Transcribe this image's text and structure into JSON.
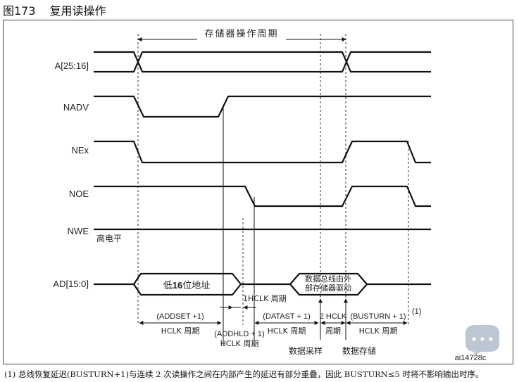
{
  "figure": {
    "number": "图173",
    "title": "复用读操作"
  },
  "diagram": {
    "cycle_label": "存储器操作周期",
    "signals": [
      "A[25:16]",
      "NADV",
      "NEx",
      "NOE",
      "NWE",
      "AD[15:0]"
    ],
    "nwe_state": "高电平",
    "addr_bus_label_a": "低",
    "addr_bus_label_b": "16",
    "addr_bus_label_c": "位地址",
    "data_bus_line1": "数据总线由外",
    "data_bus_line2": "部存储器驱动",
    "hclk_one": "1HCLK 周期",
    "addset": "(ADDSET +1)",
    "addset_unit": "HCLK 周期",
    "addhld": "(ADDHLD + 1)",
    "addhld_unit": "HCLK 周期",
    "datast": "(DATAST + 1)",
    "datast_unit": "HCLK 周期",
    "two_hclk": "2 HCLK",
    "two_hclk_unit": "周期",
    "busturn": "(BUSTURN + 1)",
    "busturn_sup": "(1)",
    "busturn_unit": "HCLK 周期",
    "sample_label": "数据采样",
    "store_label": "数据存储",
    "ref": "ai14728c"
  },
  "footnote": "(1) 总线恢复延迟(BUSTURN+1)与连续 2 次读操作之间在内部产生的延迟有部分重叠，因此 BUSTURN≤5 时将不影响输出时序。",
  "watermark_icon": "chat-bubble-icon"
}
